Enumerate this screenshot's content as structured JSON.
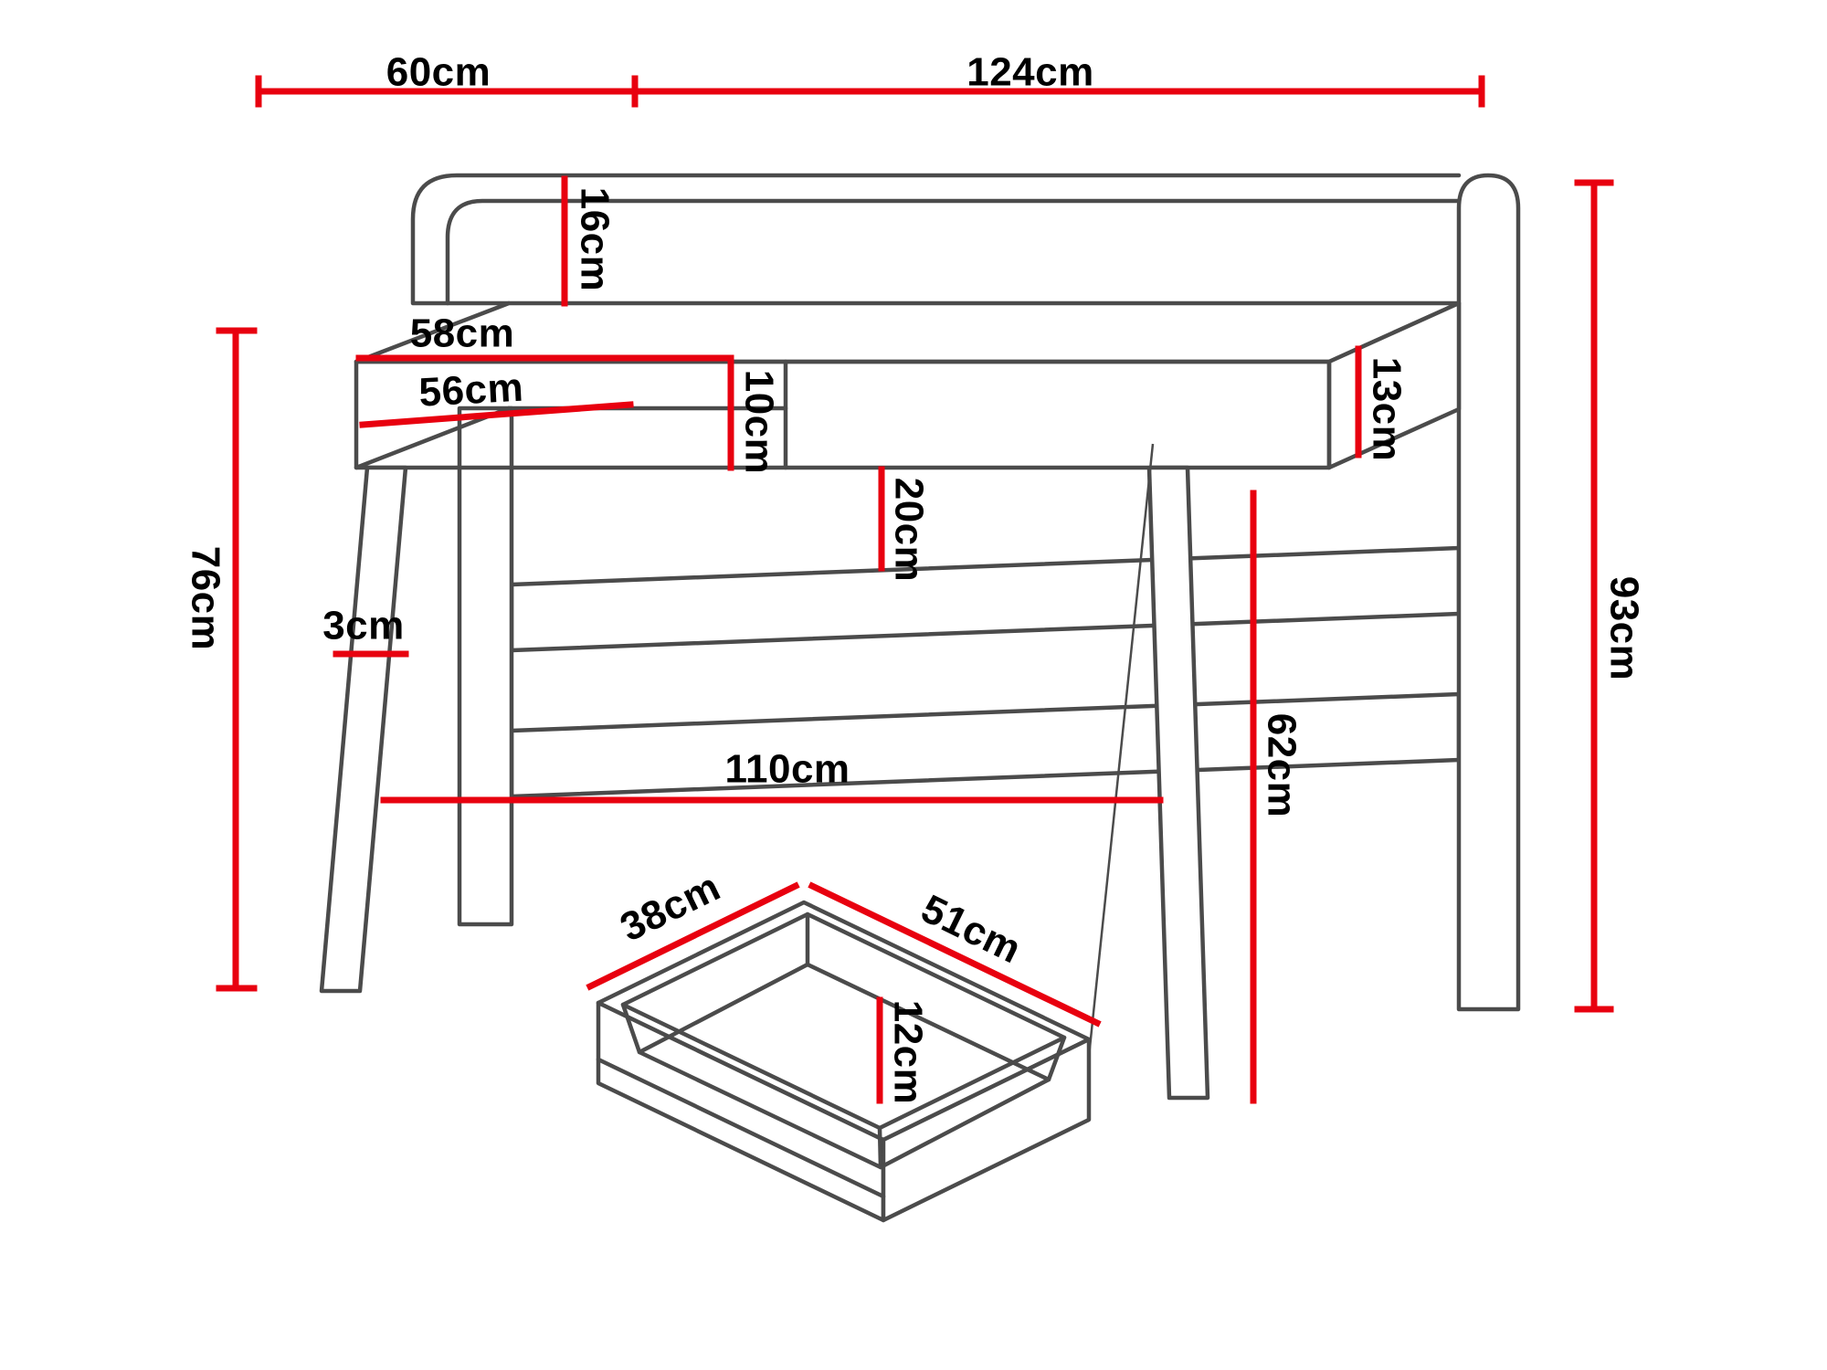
{
  "diagram": {
    "kind": "furniture-dimension-diagram",
    "subject": "desk-with-drawer",
    "unit": "cm",
    "colors": {
      "dimension_red": "#e8000f",
      "outline_gray": "#4b4b4b",
      "text": "#000000",
      "background": "#ffffff"
    }
  },
  "dims": {
    "d60": {
      "label": "60cm",
      "value": 60
    },
    "d124": {
      "label": "124cm",
      "value": 124
    },
    "d16": {
      "label": "16cm",
      "value": 16
    },
    "d58": {
      "label": "58cm",
      "value": 58
    },
    "d56": {
      "label": "56cm",
      "value": 56
    },
    "d10": {
      "label": "10cm",
      "value": 10
    },
    "d13": {
      "label": "13cm",
      "value": 13
    },
    "d20": {
      "label": "20cm",
      "value": 20
    },
    "d76": {
      "label": "76cm",
      "value": 76
    },
    "d3": {
      "label": "3cm",
      "value": 3
    },
    "d110": {
      "label": "110cm",
      "value": 110
    },
    "d62": {
      "label": "62cm",
      "value": 62
    },
    "d93": {
      "label": "93cm",
      "value": 93
    },
    "d38": {
      "label": "38cm",
      "value": 38
    },
    "d51": {
      "label": "51cm",
      "value": 51
    },
    "d12": {
      "label": "12cm",
      "value": 12
    }
  }
}
